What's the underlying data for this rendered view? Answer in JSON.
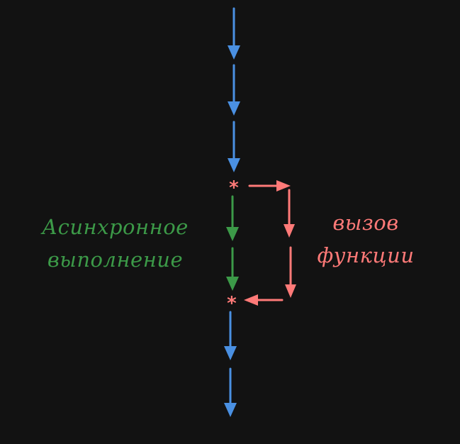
{
  "labels": {
    "async_line1": "Асинхронное",
    "async_line2": "выполнение",
    "call_line1": "вызов",
    "call_line2": "функции"
  },
  "markers": {
    "call_start": "*",
    "call_end": "*"
  },
  "colors": {
    "background": "#121212",
    "flow_blue": "#4a90e2",
    "async_green": "#3c9a48",
    "call_red": "#ff7a78"
  }
}
